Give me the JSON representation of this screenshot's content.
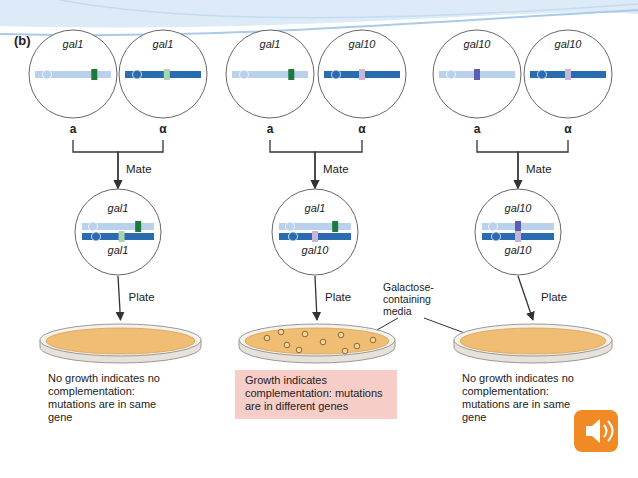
{
  "diagram": {
    "nodes": [
      {
        "text": [
          "gal1",
          "a"
        ]
      },
      {
        "text": [
          "gal1",
          "α"
        ]
      },
      {
        "text": [
          "gal1",
          "a"
        ]
      },
      {
        "text": [
          "gal10",
          "α"
        ]
      },
      {
        "text": [
          "gal10",
          "a"
        ]
      },
      {
        "text": [
          "gal10",
          "α"
        ]
      },
      {
        "text": [
          "gal1",
          "gal1"
        ]
      },
      {
        "text": [
          "gal1",
          "gal10"
        ]
      },
      {
        "text": [
          "gal10",
          "gal10"
        ]
      },
      {
        "text": [
          "No growth indicates no complementation: mutations are in same gene"
        ]
      },
      {
        "text": [
          "Growth indicates complementation: mutations are in different genes"
        ]
      },
      {
        "text": [
          "No growth indicates no complementation: mutations are in same gene"
        ]
      }
    ],
    "edges": [
      {
        "from": 0,
        "to": 6,
        "arrow": "to",
        "label": "Mate"
      },
      {
        "from": 1,
        "to": 6,
        "arrow": "to"
      },
      {
        "from": 2,
        "to": 7,
        "arrow": "to",
        "label": "Mate"
      },
      {
        "from": 3,
        "to": 7,
        "arrow": "to"
      },
      {
        "from": 4,
        "to": 8,
        "arrow": "to",
        "label": "Mate"
      },
      {
        "from": 5,
        "to": 8,
        "arrow": "to"
      },
      {
        "from": 6,
        "to": 9,
        "arrow": "to",
        "label": "Plate"
      },
      {
        "from": 7,
        "to": 10,
        "arrow": "to",
        "label": "Plate"
      },
      {
        "from": 8,
        "to": 11,
        "arrow": "to",
        "label": "Plate"
      }
    ],
    "labels": [
      "(b)",
      "Galactose-containing media"
    ]
  }
}
